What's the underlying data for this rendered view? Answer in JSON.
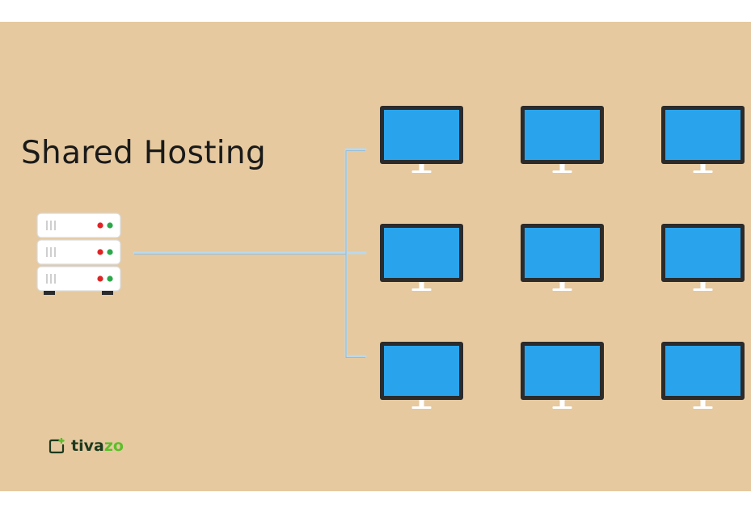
{
  "title": "Shared Hosting",
  "logo": {
    "part1": "tiva",
    "part2": "zo",
    "icon": "tivazo-logo-icon"
  },
  "server": {
    "icon": "server-rack-icon",
    "units": 3
  },
  "clients": {
    "icon": "monitor-icon",
    "rows": 3,
    "cols": 3
  },
  "colors": {
    "background": "#e6c99f",
    "screen": "#29a3ec",
    "bezel": "#2b2b2b",
    "cable": "#b9d9ee",
    "led_red": "#e02424",
    "led_green": "#2ca84a",
    "logo_dark": "#1d3a1d",
    "logo_green": "#5bbf2a"
  }
}
